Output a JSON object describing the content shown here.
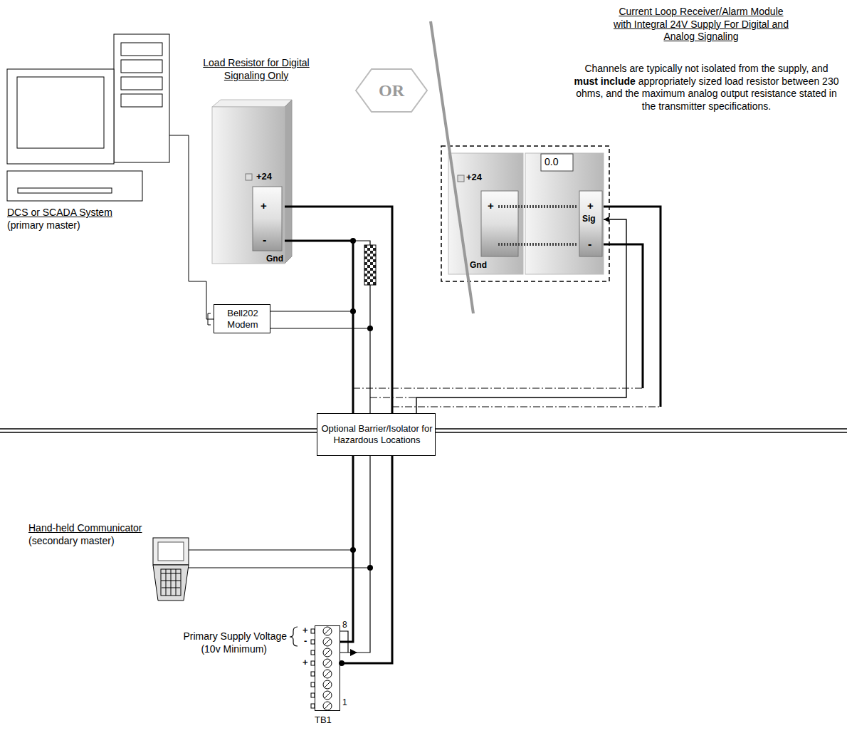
{
  "diagram": {
    "nodes": [
      {
        "text": [
          "+24",
          "+",
          "-",
          "Gnd"
        ]
      },
      {
        "text": [
          "OR"
        ]
      },
      {
        "text": [
          "+24",
          "+",
          "Gnd"
        ]
      },
      {
        "text": [
          "0.0",
          "+",
          "Sig",
          "-"
        ]
      },
      {
        "text": [
          "Bell202 Modem"
        ]
      },
      {
        "text": [
          "Optional Barrier/Isolator for Hazardous Locations"
        ]
      },
      {
        "text": [
          "8",
          "1",
          "TB1"
        ]
      }
    ],
    "edges": [
      {
        "from": 0,
        "to": 5,
        "arrow": "none"
      },
      {
        "from": 5,
        "to": 3,
        "arrow": "to"
      },
      {
        "from": 5,
        "to": 6,
        "arrow": "none"
      }
    ],
    "labels": [
      "Load Resistor for Digital Signaling Only",
      "Current Loop Receiver/Alarm Module with Integral 24V Supply For Digital and Analog Signaling",
      "Channels are typically not isolated from the supply, and",
      "must include",
      "appropriately sized load resistor between 230 ohms, and the maximum analog output resistance stated in the transmitter specifications.",
      "DCS or SCADA System",
      "(primary master)",
      "Hand-held Communicator",
      "(secondary master)",
      "Primary Supply Voltage",
      "(10v Minimum)",
      "+",
      "-",
      "+"
    ]
  }
}
